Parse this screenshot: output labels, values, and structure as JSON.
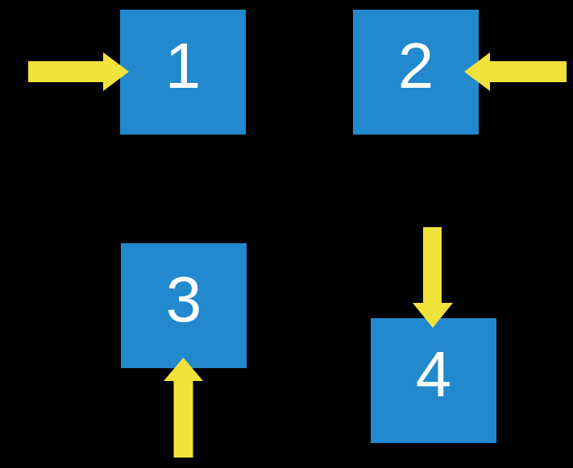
{
  "diagram": {
    "boxes": [
      {
        "label": "1",
        "arrow_direction": "right",
        "arrow_enters_from": "left"
      },
      {
        "label": "2",
        "arrow_direction": "left",
        "arrow_enters_from": "right"
      },
      {
        "label": "3",
        "arrow_direction": "up",
        "arrow_enters_from": "bottom"
      },
      {
        "label": "4",
        "arrow_direction": "down",
        "arrow_enters_from": "top"
      }
    ]
  },
  "colors": {
    "background": "#000000",
    "box-fill": "#2389CE",
    "arrow-fill": "#F2E23C",
    "label-text": "#FFFFFF"
  }
}
